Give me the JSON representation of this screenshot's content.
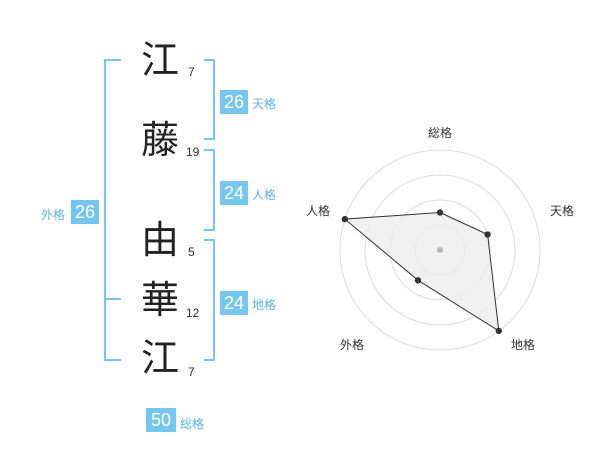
{
  "name": {
    "chars": [
      {
        "char": "江",
        "strokes": "7"
      },
      {
        "char": "藤",
        "strokes": "19"
      },
      {
        "char": "由",
        "strokes": "5"
      },
      {
        "char": "華",
        "strokes": "12"
      },
      {
        "char": "江",
        "strokes": "7"
      }
    ]
  },
  "fortune": {
    "tenkaku": {
      "value": "26",
      "label": "天格"
    },
    "jinkaku": {
      "value": "24",
      "label": "人格"
    },
    "chikaku": {
      "value": "24",
      "label": "地格"
    },
    "gaikaku": {
      "value": "26",
      "label": "外格"
    },
    "soukaku": {
      "value": "50",
      "label": "総格"
    }
  },
  "colors": {
    "accent": "#76c7ef",
    "label": "#5bb4ea",
    "radar_fill": "#eeeeee",
    "radar_ring": "#dddddd"
  },
  "chart_data": {
    "type": "radar",
    "axes": [
      "総格",
      "天格",
      "地格",
      "外格",
      "人格"
    ],
    "values": [
      1.5,
      2,
      4,
      1.5,
      4
    ],
    "max": 4,
    "rings": 4
  }
}
